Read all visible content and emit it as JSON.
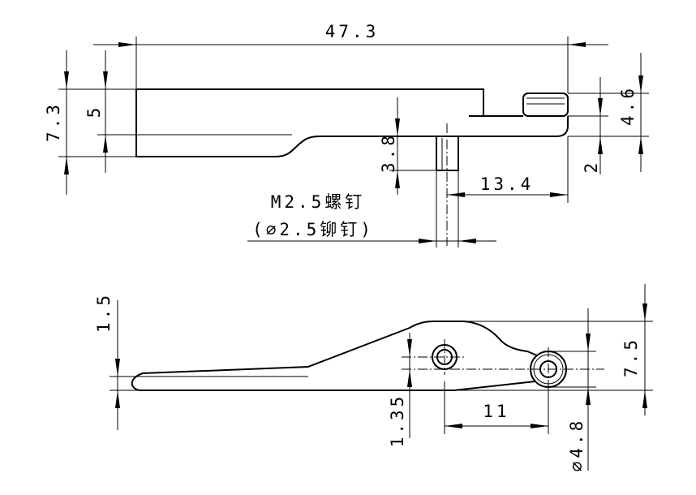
{
  "top_view": {
    "dim_overall_length": "47.3",
    "dim_height_total": "7.3",
    "dim_height_inner": "5",
    "dim_pin_length": "3.8",
    "dim_roller_height": "4.6",
    "dim_plate_offset": "2",
    "dim_pin_to_end": "13.4",
    "note_screw": "M2.5螺钉",
    "note_rivet": "(∅2.5铆钉)"
  },
  "bottom_view": {
    "dim_tip_thickness": "1.5",
    "dim_center_offset": "1.35",
    "dim_center_distance": "11",
    "dim_width": "7.5",
    "dim_roller_diameter": "∅4.8"
  },
  "colors": {
    "line": "#000000",
    "background": "#ffffff"
  }
}
